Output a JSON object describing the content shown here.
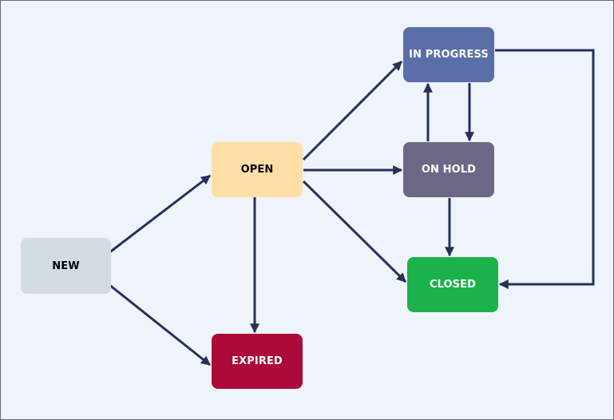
{
  "diagram": {
    "background": "#eff3fa",
    "edge_color": "#263159",
    "nodes": [
      {
        "id": "new",
        "label": "NEW",
        "fill": "#d2dce2",
        "text_color": "#000000"
      },
      {
        "id": "open",
        "label": "OPEN",
        "fill": "#ffdfa5",
        "text_color": "#000000"
      },
      {
        "id": "in-progress",
        "label": "IN PROGRESS",
        "fill": "#5a6fa8",
        "text_color": "#ffffff"
      },
      {
        "id": "on-hold",
        "label": "ON HOLD",
        "fill": "#6a6885",
        "text_color": "#ffffff"
      },
      {
        "id": "closed",
        "label": "CLOSED",
        "fill": "#1ab24b",
        "text_color": "#ffffff"
      },
      {
        "id": "expired",
        "label": "EXPIRED",
        "fill": "#ad0a3a",
        "text_color": "#ffffff"
      }
    ],
    "edges": [
      {
        "from": "new",
        "to": "open"
      },
      {
        "from": "new",
        "to": "expired"
      },
      {
        "from": "open",
        "to": "in-progress"
      },
      {
        "from": "open",
        "to": "on-hold"
      },
      {
        "from": "open",
        "to": "closed"
      },
      {
        "from": "open",
        "to": "expired"
      },
      {
        "from": "in-progress",
        "to": "on-hold"
      },
      {
        "from": "on-hold",
        "to": "in-progress"
      },
      {
        "from": "on-hold",
        "to": "closed"
      },
      {
        "from": "in-progress",
        "to": "closed"
      }
    ]
  }
}
